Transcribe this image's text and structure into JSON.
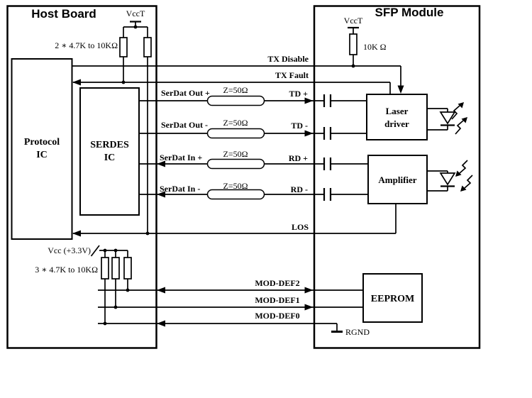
{
  "colors": {
    "ink": "#000000",
    "background": "#ffffff"
  },
  "host_board": {
    "title": "Host Board",
    "protocol_ic": {
      "line1": "Protocol",
      "line2": "IC"
    },
    "serdes_ic": {
      "line1": "SERDES",
      "line2": "IC"
    },
    "vcct_label": "VccT",
    "pullup_note": "2 ∗ 4.7K to 10KΩ",
    "vcc_rail_label": "Vcc (+3.3V)",
    "vcc_pullup_note": "3 ∗ 4.7K to 10KΩ"
  },
  "sfp_module": {
    "title": "SFP Module",
    "vcct_label": "VccT",
    "pullup_note": "10K Ω",
    "laser_driver": {
      "line1": "Laser",
      "line2": "driver"
    },
    "amplifier_label": "Amplifier",
    "eeprom_label": "EEPROM",
    "rgnd_label": "RGND"
  },
  "signals": {
    "tx_disable": "TX Disable",
    "tx_fault": "TX Fault",
    "serdat_out_p": "SerDat Out +",
    "serdat_out_n": "SerDat Out -",
    "serdat_in_p": "SerDat In +",
    "serdat_in_n": "SerDat In -",
    "td_p": "TD +",
    "td_n": "TD -",
    "rd_p": "RD +",
    "rd_n": "RD -",
    "los": "LOS",
    "mod_def2": "MOD-DEF2",
    "mod_def1": "MOD-DEF1",
    "mod_def0": "MOD-DEF0",
    "impedance": "Z=50Ω"
  }
}
